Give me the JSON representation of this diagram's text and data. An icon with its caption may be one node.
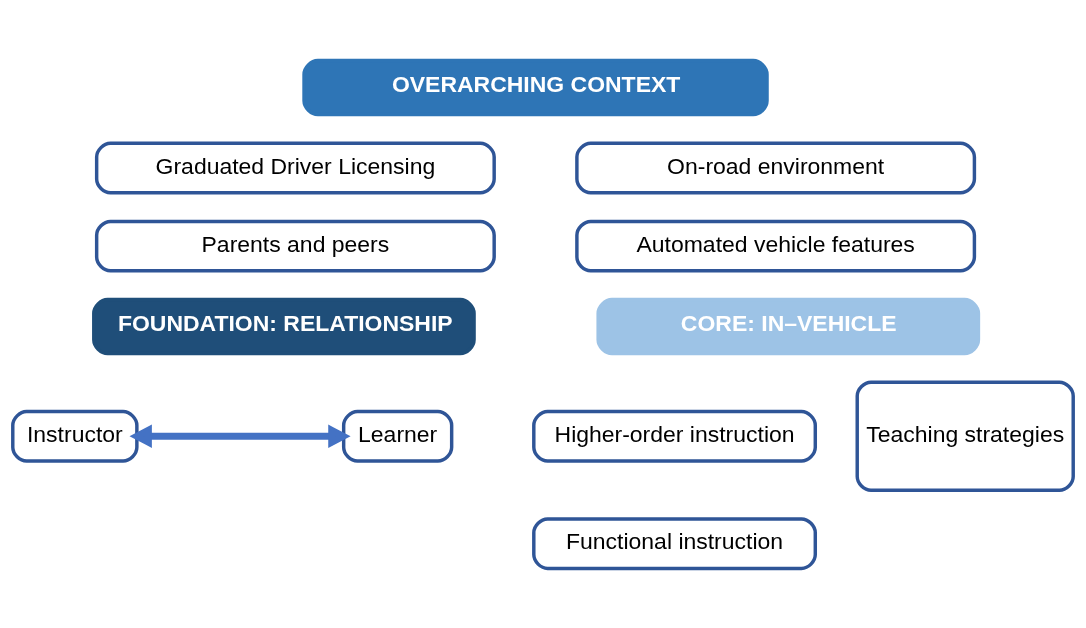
{
  "diagram": {
    "nodes": [
      {
        "text": [
          "OVERARCHING CONTEXT"
        ]
      },
      {
        "text": [
          "Graduated Driver Licensing"
        ]
      },
      {
        "text": [
          "On-road environment"
        ]
      },
      {
        "text": [
          "Parents and peers"
        ]
      },
      {
        "text": [
          "Automated vehicle features"
        ]
      },
      {
        "text": [
          "FOUNDATION: RELATIONSHIP"
        ]
      },
      {
        "text": [
          "Instructor"
        ]
      },
      {
        "text": [
          "Learner"
        ]
      },
      {
        "text": [
          "CORE: IN–VEHICLE"
        ]
      },
      {
        "text": [
          "Higher-order instruction"
        ]
      },
      {
        "text": [
          "Teaching strategies"
        ]
      },
      {
        "text": [
          "Functional instruction"
        ]
      }
    ],
    "edges": [
      {
        "from": 6,
        "to": 7,
        "arrow": "both",
        "color": "#4472c4"
      }
    ]
  }
}
